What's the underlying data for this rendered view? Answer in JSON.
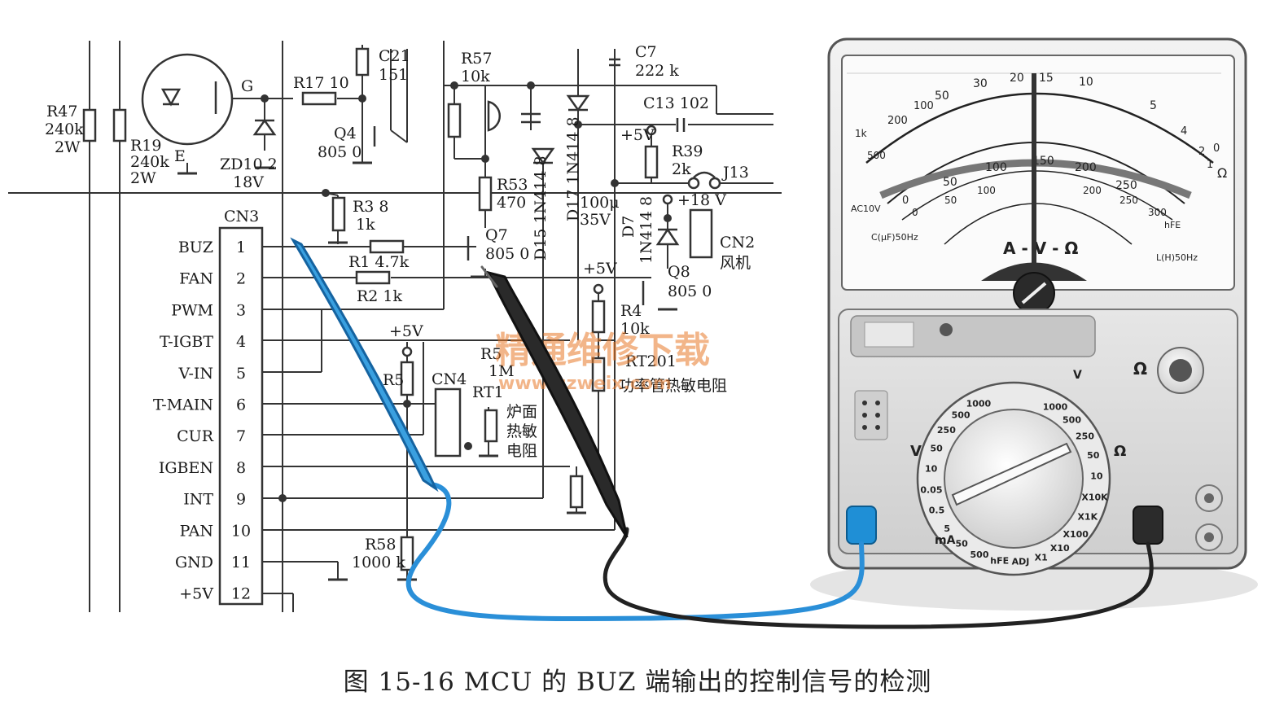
{
  "caption": "图 15-16   MCU 的 BUZ 端输出的控制信号的检测",
  "watermark": {
    "line1": "精通维修下载",
    "line2": "www.gzweix.com"
  },
  "connector": {
    "name": "CN3",
    "pins": [
      {
        "num": "1",
        "label": "BUZ"
      },
      {
        "num": "2",
        "label": "FAN"
      },
      {
        "num": "3",
        "label": "PWM"
      },
      {
        "num": "4",
        "label": "T-IGBT"
      },
      {
        "num": "5",
        "label": "V-IN"
      },
      {
        "num": "6",
        "label": "T-MAIN"
      },
      {
        "num": "7",
        "label": "CUR"
      },
      {
        "num": "8",
        "label": "IGBEN"
      },
      {
        "num": "9",
        "label": "INT"
      },
      {
        "num": "10",
        "label": "PAN"
      },
      {
        "num": "11",
        "label": "GND"
      },
      {
        "num": "12",
        "label": "+5V"
      }
    ]
  },
  "components": {
    "r47": [
      "R47",
      "240k",
      "2W"
    ],
    "r19": [
      "R19",
      "240k",
      "2W"
    ],
    "igbt": {
      "g": "G",
      "e": "E"
    },
    "zd": [
      "ZD10 2",
      "18V"
    ],
    "r17": "R17 10",
    "c21": [
      "C21",
      "151"
    ],
    "q4": [
      "Q4",
      "805 0"
    ],
    "r38": [
      "R3 8",
      "1k"
    ],
    "r57": [
      "R57",
      "10k"
    ],
    "r53": [
      "R53",
      "470"
    ],
    "q7": [
      "Q7",
      "805 0"
    ],
    "r1": "R1 4.7k",
    "r2": "R2 1k",
    "c7": [
      "C7",
      "222 k"
    ],
    "c13": "C13 102",
    "plus5v": "+5V",
    "r39": [
      "R39",
      "2k"
    ],
    "j13": "J13",
    "plus18v": "+18 V",
    "d15": "D15 1N414 8",
    "d17": "D17 1N414 8",
    "cap100": [
      "100μ",
      "35V"
    ],
    "d7": [
      "D7",
      "1N414 8"
    ],
    "cn2": [
      "CN2",
      "风机"
    ],
    "q8": [
      "Q8",
      "805 0"
    ],
    "r4": [
      "R4",
      "10k"
    ],
    "r5": [
      "R5",
      "1M"
    ],
    "rt201": "RT201",
    "rt201_desc": "功率管热敏电阻",
    "r_5": "R5",
    "cn4": "CN4",
    "rt1": "RT1",
    "rt1_desc": [
      "炉面",
      "热敏",
      "电阻"
    ],
    "r58": [
      "R58",
      "1000 k"
    ]
  },
  "meter": {
    "scale_top": [
      "500",
      "1k",
      "200",
      "100",
      "50",
      "30",
      "20",
      "15",
      "10",
      "5",
      "4",
      "2",
      "1",
      "0",
      "Ω"
    ],
    "scale_dcv": [
      "0",
      "50",
      "100",
      "150",
      "200",
      "250"
    ],
    "scale_acv": [
      "0",
      "50",
      "100",
      "200",
      "250",
      "300"
    ],
    "labels_left": [
      "AC10V",
      "C(μF)50Hz"
    ],
    "labels_right": [
      "L(H)50Hz",
      "hFE"
    ],
    "unit_mark": "A - V - Ω",
    "dial_ranges": [
      "1000",
      "500",
      "250",
      "50",
      "10",
      "X10K",
      "X1K",
      "X100",
      "X10",
      "X1",
      "ADJ",
      "hFE",
      "500",
      "50",
      "5",
      "0.5",
      "0.05",
      "10",
      "50",
      "250",
      "500",
      "1000"
    ],
    "dial_labels": {
      "v": "V",
      "ohm": "Ω",
      "ma": "mA",
      "v_top": "V"
    },
    "adj_label": "Ω"
  }
}
